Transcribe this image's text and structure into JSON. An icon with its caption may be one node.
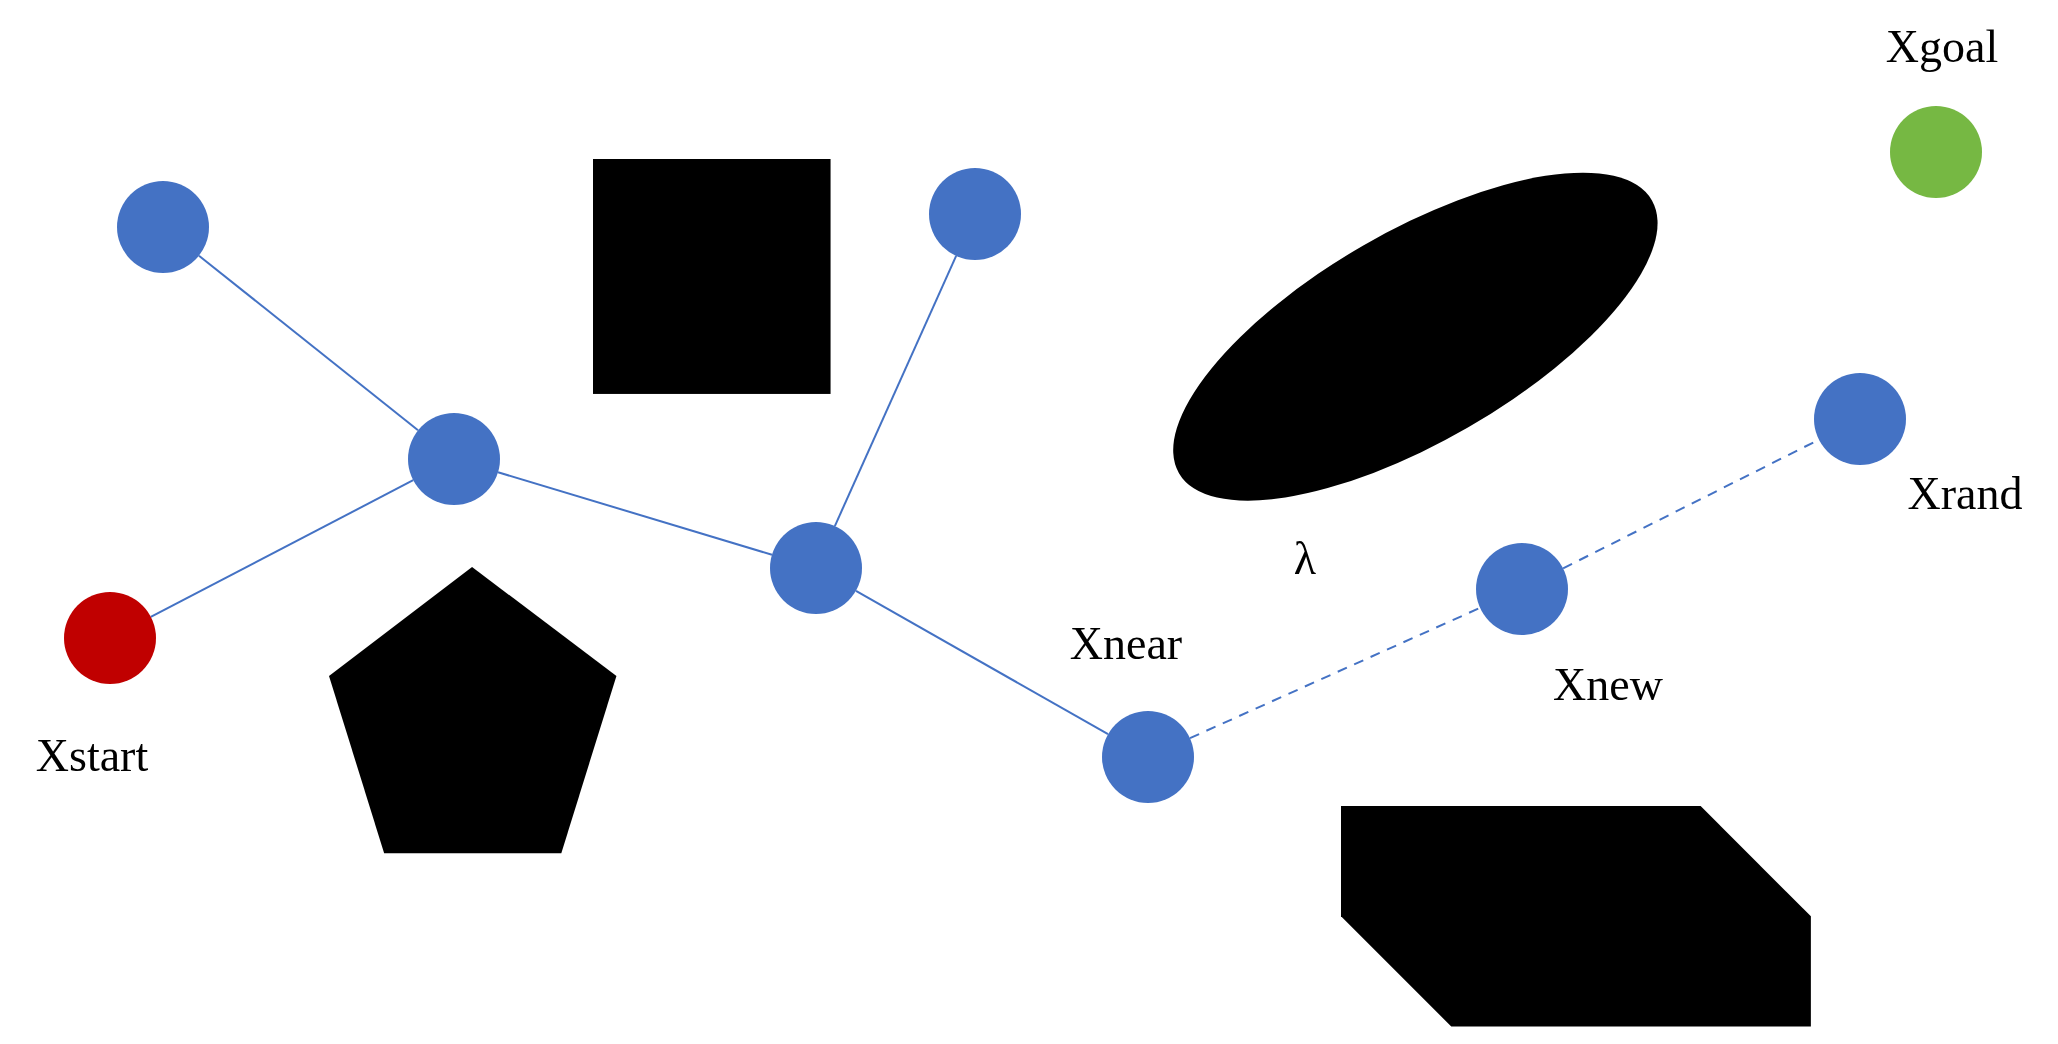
{
  "diagram": {
    "nodes": [
      {
        "text": [],
        "shape": "circle",
        "beside": [
          "Xgoal"
        ]
      },
      {
        "text": [],
        "shape": "circle"
      },
      {
        "text": [],
        "shape": "circle"
      },
      {
        "text": [],
        "shape": "circle",
        "beside": [
          "Xrand"
        ]
      },
      {
        "text": [],
        "shape": "circle"
      },
      {
        "text": [],
        "shape": "circle"
      },
      {
        "text": [],
        "shape": "circle",
        "beside": [
          "Xnew"
        ]
      },
      {
        "text": [],
        "shape": "circle",
        "beside": [
          "Xstart"
        ]
      },
      {
        "text": [],
        "shape": "circle",
        "beside": [
          "Xnear"
        ]
      },
      {
        "text": [],
        "shape": "box"
      },
      {
        "text": [],
        "shape": "ellipse"
      },
      {
        "text": [],
        "shape": "pentagon"
      },
      {
        "text": [],
        "shape": "hexagon"
      }
    ],
    "edges": [
      {
        "from": 1,
        "to": 4,
        "arrow": "none"
      },
      {
        "from": 7,
        "to": 4,
        "arrow": "none"
      },
      {
        "from": 4,
        "to": 5,
        "arrow": "none"
      },
      {
        "from": 2,
        "to": 5,
        "arrow": "none"
      },
      {
        "from": 5,
        "to": 8,
        "arrow": "none"
      },
      {
        "from": 8,
        "to": 6,
        "arrow": "none",
        "style": "dashed",
        "label": "λ"
      },
      {
        "from": 6,
        "to": 3,
        "arrow": "none",
        "style": "dashed"
      }
    ]
  }
}
